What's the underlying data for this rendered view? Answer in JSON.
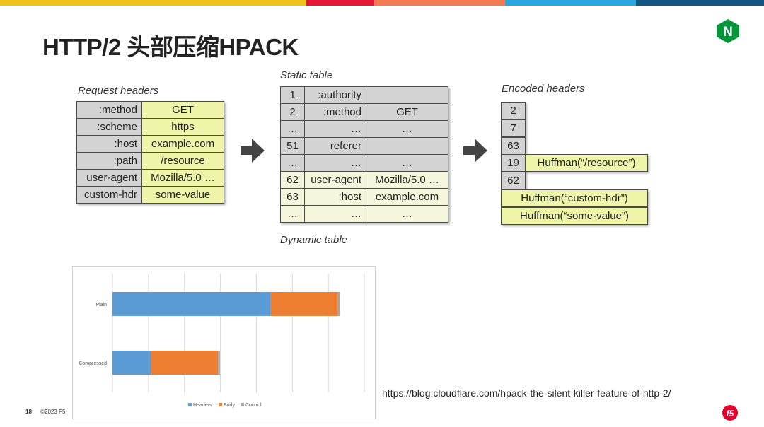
{
  "slide": {
    "title": "HTTP/2 头部压缩HPACK",
    "url": "https://blog.cloudflare.com/hpack-the-silent-killer-feature-of-http-2/",
    "page_number": "18",
    "copyright": "©2023 F5",
    "logo_n_letter": "N"
  },
  "colors": {
    "bar": [
      "#f1c21b",
      "#e31937",
      "#f37a52",
      "#29a8e0",
      "#125580"
    ],
    "header_key_bg": "#d3d3d3",
    "value_bg": "#eef4a8",
    "dynamic_bg": "#f4f7dc",
    "nginx_green": "#009639",
    "f5_red": "#e4002b",
    "series_headers": "#5b9bd5",
    "series_body": "#ed7d31",
    "series_control": "#a5a5a5"
  },
  "request": {
    "caption": "Request headers",
    "rows": [
      {
        "k": ":method",
        "v": "GET"
      },
      {
        "k": ":scheme",
        "v": "https"
      },
      {
        "k": ":host",
        "v": "example.com"
      },
      {
        "k": ":path",
        "v": "/resource"
      },
      {
        "k": "user-agent",
        "v": "Mozilla/5.0 …"
      },
      {
        "k": "custom-hdr",
        "v": "some-value"
      }
    ]
  },
  "tables": {
    "static_caption": "Static table",
    "dynamic_caption": "Dynamic table",
    "static_rows": [
      {
        "i": "1",
        "k": ":authority",
        "v": ""
      },
      {
        "i": "2",
        "k": ":method",
        "v": "GET"
      },
      {
        "i": "…",
        "k": "…",
        "v": "…"
      },
      {
        "i": "51",
        "k": "referer",
        "v": ""
      },
      {
        "i": "…",
        "k": "…",
        "v": "…"
      }
    ],
    "dynamic_rows": [
      {
        "i": "62",
        "k": "user-agent",
        "v": "Mozilla/5.0 …"
      },
      {
        "i": "63",
        "k": ":host",
        "v": "example.com"
      },
      {
        "i": "…",
        "k": "…",
        "v": "…"
      }
    ]
  },
  "encoded": {
    "caption": "Encoded headers",
    "indices": [
      "2",
      "7",
      "63",
      "19",
      "62"
    ],
    "huffman_resource": "Huffman(“/resource”)",
    "huffman_custom": "Huffman(“custom-hdr”)",
    "huffman_value": "Huffman(“some-value”)"
  },
  "chart_data": {
    "type": "bar",
    "orientation": "horizontal",
    "stacked": true,
    "categories": [
      "Plain",
      "Compressed"
    ],
    "series": [
      {
        "name": "Headers",
        "values": [
          66,
          16
        ]
      },
      {
        "name": "Body",
        "values": [
          28,
          28
        ]
      },
      {
        "name": "Control",
        "values": [
          0.8,
          0.8
        ]
      }
    ],
    "xlim": [
      0,
      105
    ],
    "grid": true,
    "legend": "bottom",
    "title": "",
    "xlabel": "",
    "ylabel": ""
  }
}
